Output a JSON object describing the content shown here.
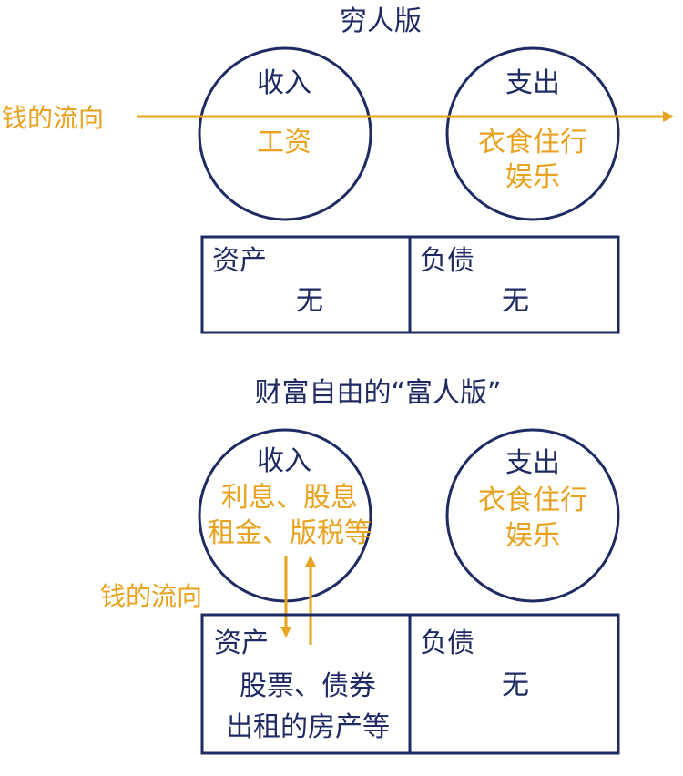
{
  "colors": {
    "navy": "#1f2a63",
    "orange": "#e8a21f",
    "background": "#ffffff"
  },
  "poor": {
    "title": "穷人版",
    "income": {
      "label": "收入",
      "items": [
        "工资"
      ]
    },
    "expense": {
      "label": "支出",
      "items": [
        "衣食住行",
        "娱乐"
      ]
    },
    "money_flow_label": "钱的流向",
    "assets": {
      "label": "资产",
      "items": [
        "无"
      ]
    },
    "liabilities": {
      "label": "负债",
      "items": [
        "无"
      ]
    }
  },
  "rich": {
    "title": "财富自由的“富人版”",
    "income": {
      "label": "收入",
      "items": [
        "利息、股息",
        "租金、版税等"
      ]
    },
    "expense": {
      "label": "支出",
      "items": [
        "衣食住行",
        "娱乐"
      ]
    },
    "money_flow_label": "钱的流向",
    "assets": {
      "label": "资产",
      "items": [
        "股票、债券",
        "出租的房产等"
      ]
    },
    "liabilities": {
      "label": "负债",
      "items": [
        "无"
      ]
    }
  }
}
